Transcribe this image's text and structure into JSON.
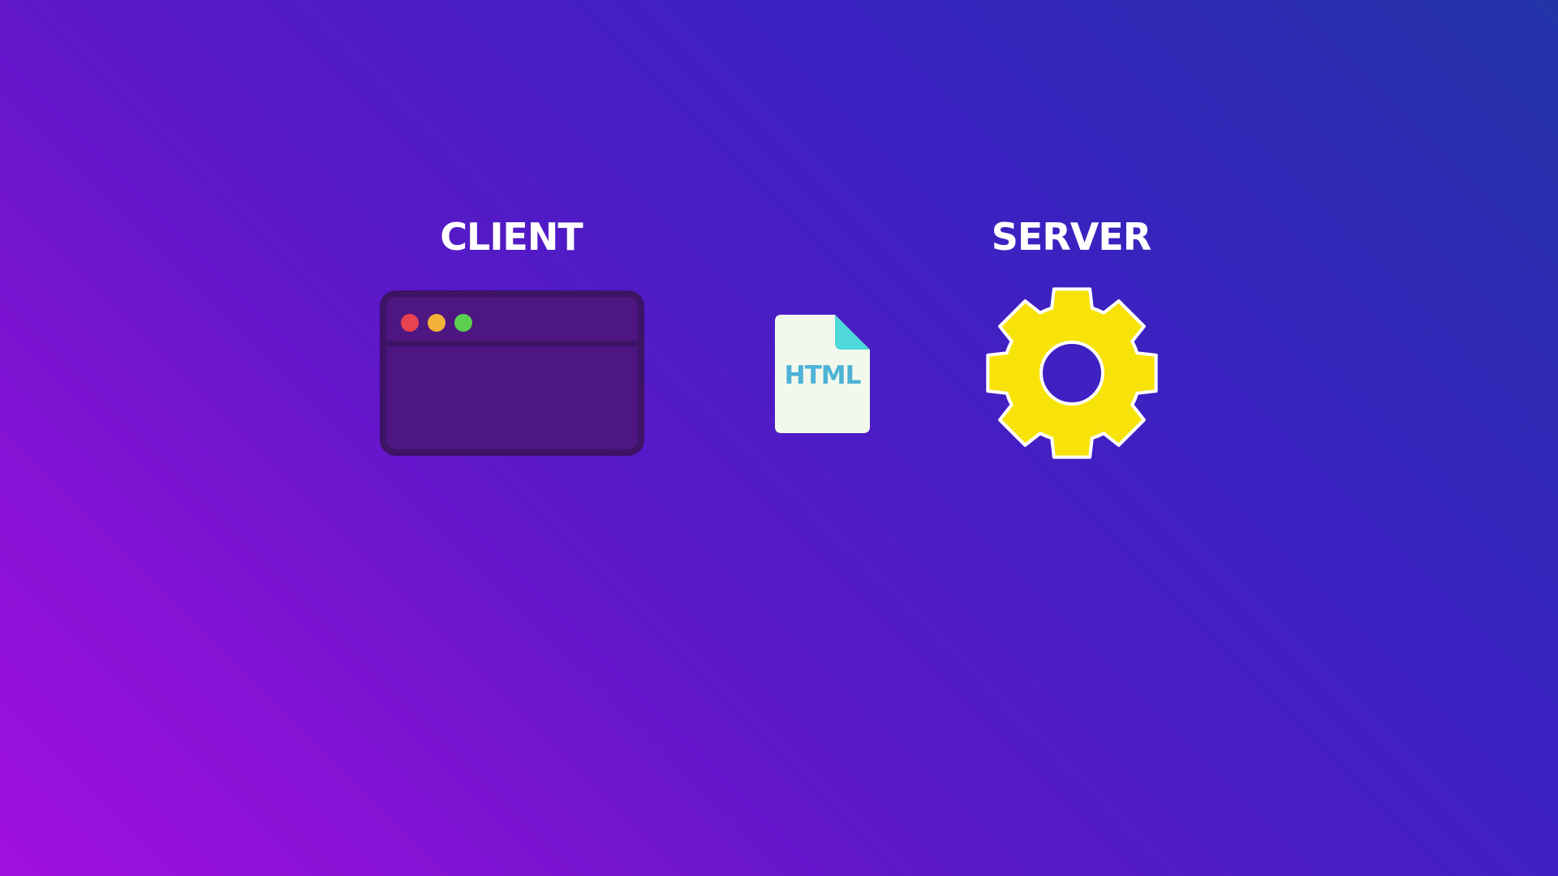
{
  "client": {
    "label": "CLIENT"
  },
  "server": {
    "label": "SERVER"
  },
  "document": {
    "label": "HTML"
  },
  "icons": {
    "browser": "browser-window-icon",
    "document": "html-file-icon",
    "server": "gear-icon"
  },
  "colors": {
    "text": "#ffffff",
    "browser_body": "#4e1680",
    "browser_border": "#3d1366",
    "dot_red": "#e8434f",
    "dot_yellow": "#f2b23a",
    "dot_green": "#5bd04f",
    "doc_page": "#f2f8ec",
    "doc_fold": "#4fd8d8",
    "doc_text": "#4cb2d6",
    "gear": "#f7e30a"
  }
}
